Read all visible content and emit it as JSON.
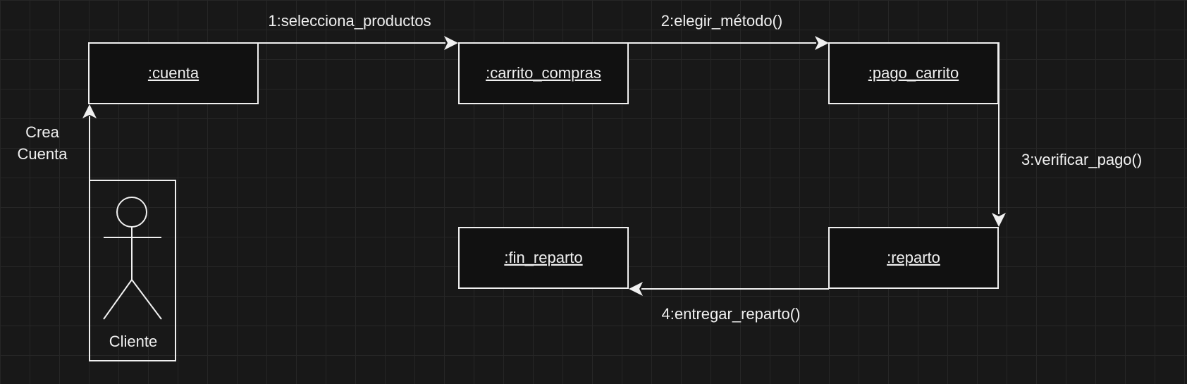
{
  "colors": {
    "background": "#181818",
    "line": "#f0f0f0",
    "node_fill": "#111111"
  },
  "nodes": {
    "cuenta": ":cuenta",
    "carrito": ":carrito_compras",
    "pago": ":pago_carrito",
    "reparto": ":reparto",
    "fin": ":fin_reparto"
  },
  "actor": {
    "name": "Cliente"
  },
  "messages": {
    "m1": "1:selecciona_productos",
    "m2": "2:elegir_método()",
    "m3": "3:verificar_pago()",
    "m4": "4:entregar_reparto()",
    "crea_line1": "Crea",
    "crea_line2": "Cuenta"
  }
}
